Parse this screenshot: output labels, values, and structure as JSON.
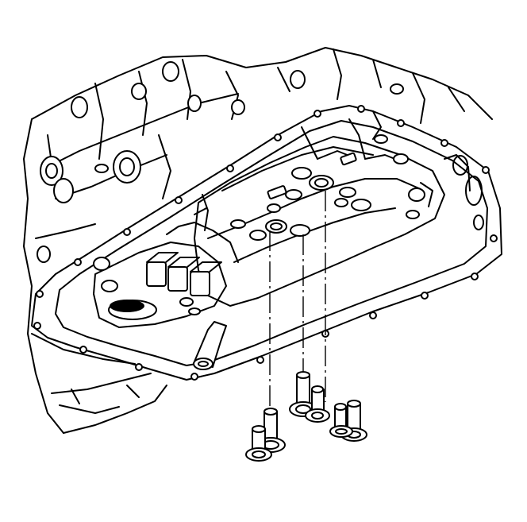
{
  "diagram": {
    "subject": "transmission-valve-body-and-oil-pan-rail-with-exploded-bolts",
    "colors": {
      "background": "#ffffff",
      "line": "#000000"
    },
    "parts": [
      "transmission-case",
      "oil-pan-gasket-rail",
      "valve-body",
      "manual-valve-solenoid-group",
      "filter-pickup-tube",
      "valve-body-bolt-left",
      "valve-body-bolt-middle",
      "valve-body-bolt-right"
    ]
  }
}
